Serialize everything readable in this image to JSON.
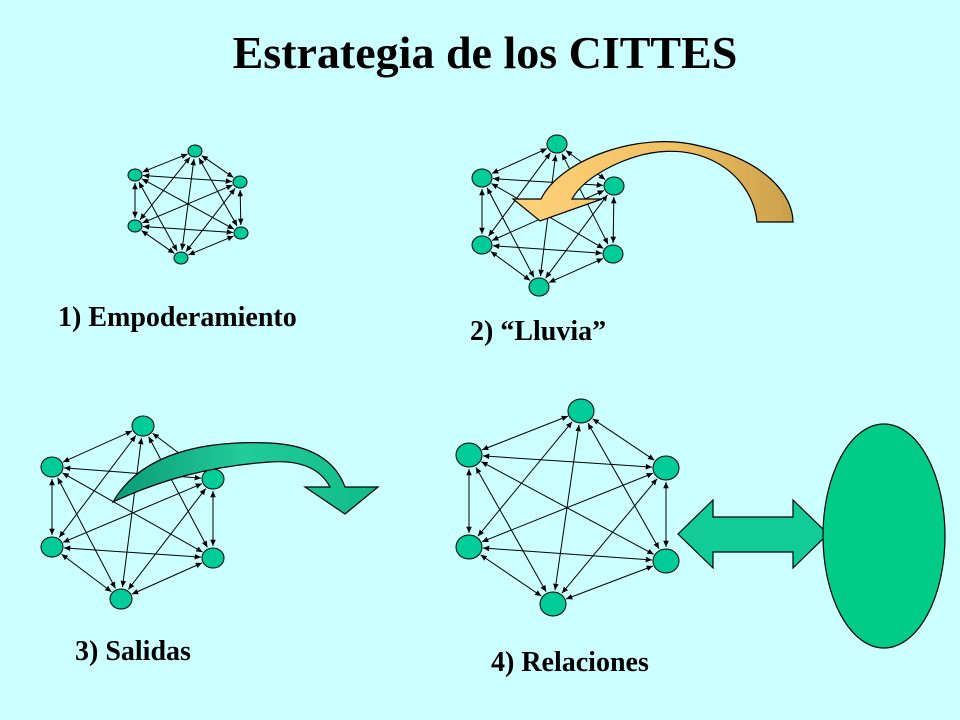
{
  "title": "Estrategia de los CITTES",
  "steps": [
    {
      "label": "1) Empoderamiento"
    },
    {
      "label": "2) “Lluvia”"
    },
    {
      "label": "3) Salidas"
    },
    {
      "label": "4) Relaciones"
    }
  ],
  "colors": {
    "background": "#ccffff",
    "node_fill": "#00cc99",
    "rain_arrow": "#ffcc66",
    "outflow_arrow": "#11aa88",
    "external_entity": "#00cc88"
  }
}
